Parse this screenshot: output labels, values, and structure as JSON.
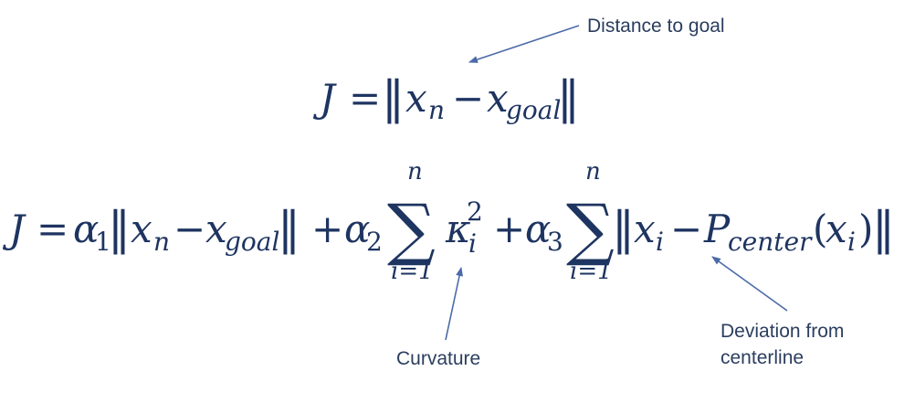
{
  "colors": {
    "equation": "#1e3461",
    "annotation_text": "#2b3e5f",
    "arrow": "#4a6aa8",
    "background": "#ffffff"
  },
  "equation_1": {
    "lhs": "J",
    "equals": "=",
    "norm_open": "‖",
    "x": "x",
    "n": "n",
    "minus": "−",
    "goal": "goal",
    "norm_close": "‖"
  },
  "equation_2": {
    "lhs": "J",
    "equals": "=",
    "alpha": "α",
    "one": "1",
    "two": "2",
    "three": "3",
    "norm_open": "‖",
    "norm_close": "‖",
    "x": "x",
    "n": "n",
    "minus": "−",
    "goal": "goal",
    "plus": "+",
    "sum": "∑",
    "sum_upper": "n",
    "sum_lower": "i=1",
    "kappa": "κ",
    "i": "i",
    "P": "P",
    "center": "center",
    "paren_open": "(",
    "paren_close": ")"
  },
  "annotations": {
    "distance_to_goal": "Distance to goal",
    "curvature": "Curvature",
    "deviation_line1": "Deviation from",
    "deviation_line2": "centerline"
  }
}
